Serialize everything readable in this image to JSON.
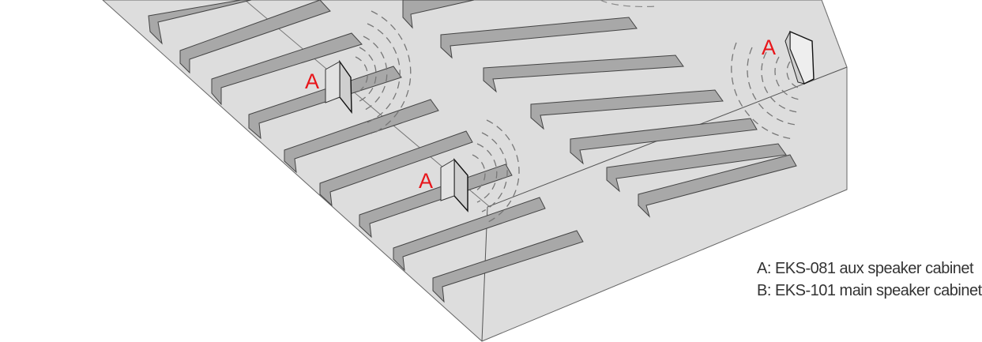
{
  "diagram": {
    "speakers": [
      {
        "label": "A"
      },
      {
        "label": "A"
      },
      {
        "label": "A"
      }
    ],
    "legend": [
      "A: EKS-081 aux speaker cabinet",
      "B: EKS-101 main speaker cabinet"
    ]
  }
}
